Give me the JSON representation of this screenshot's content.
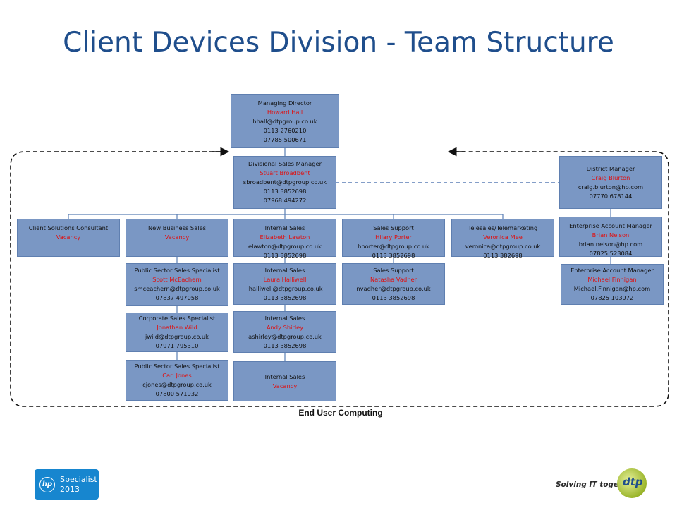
{
  "title": "Client Devices Division - Team Structure",
  "caption": "End User Computing",
  "colors": {
    "box": "#7a97c4",
    "name": "#e01010",
    "title": "#1f4e8c",
    "line": "#5b7fb5"
  },
  "boxes": {
    "md": [
      "Managing Director",
      "Howard Hall",
      "hhall@dtpgroup.co.uk",
      "0113 2760210",
      "07785 500671"
    ],
    "dsm": [
      "Divisional Sales Manager",
      "Stuart Broadbent",
      "sbroadbent@dtpgroup.co.uk",
      "0113 3852698",
      "07968 494272"
    ],
    "dm": [
      "District Manager",
      "Craig Blurton",
      "craig.blurton@hp.com",
      "07770 678144"
    ],
    "csc": [
      "Client Solutions Consultant",
      "Vacancy"
    ],
    "nbs": [
      "New Business Sales",
      "Vacancy"
    ],
    "is1": [
      "Internal Sales",
      "Elizabeth Lawton",
      "elawton@dtpgroup.co.uk",
      "0113 3852698"
    ],
    "ss1": [
      "Sales Support",
      "Hilary Porter",
      "hporter@dtpgroup.co.uk",
      "0113 3852698"
    ],
    "tele": [
      "Telesales/Telemarketing",
      "Veronica Mee",
      "veronica@dtpgroup.co.uk",
      "0113 382698"
    ],
    "eam1": [
      "Enterprise Account Manager",
      "Brian Nelson",
      "brian.nelson@hp.com",
      "07825 523084"
    ],
    "pss1": [
      "Public Sector Sales Specialist",
      "Scott McEachern",
      "smceachern@dtpgroup.co.uk",
      "07837 497058"
    ],
    "is2": [
      "Internal Sales",
      "Laura Halliwell",
      "lhalliwell@dtpgroup.co.uk",
      "0113 3852698"
    ],
    "ss2": [
      "Sales Support",
      "Natasha Vadher",
      "nvadher@dtpgroup.co.uk",
      "0113 3852698"
    ],
    "eam2": [
      "Enterprise Account Manager",
      "Michael Finnigan",
      "Michael.Finnigan@hp.com",
      "07825 103972"
    ],
    "css": [
      "Corporate Sales Specialist",
      "Jonathan Wild",
      "jwild@dtpgroup.co.uk",
      "07971 795310"
    ],
    "is3": [
      "Internal Sales",
      "Andy Shirley",
      "ashirley@dtpgroup.co.uk",
      "0113 3852698"
    ],
    "pss2": [
      "Public Sector Sales Specialist",
      "Carl Jones",
      "cjones@dtpgroup.co.uk",
      "07800 571932"
    ],
    "is4": [
      "Internal Sales",
      "Vacancy"
    ]
  },
  "logos": {
    "hp_mark": "hp",
    "hp_line1": "Specialist",
    "hp_line2": "2013",
    "slogan": "Solving IT together",
    "dtp_mark": "dtp"
  }
}
